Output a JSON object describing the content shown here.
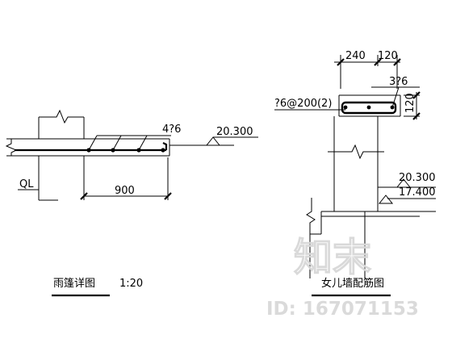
{
  "left_detail": {
    "rebar_label": "4?6",
    "level_label": "20.300",
    "beam_label": "QL",
    "span_dim": "900",
    "title": "雨篷详图",
    "scale": "1:20"
  },
  "right_detail": {
    "dim_top_a": "240",
    "dim_top_b": "120",
    "top_rebar": "3?6",
    "stirrup": "?6@200(2)",
    "height_dim": "120",
    "level_upper": "20.300",
    "level_lower": "17.400",
    "title": "女儿墙配筋图"
  },
  "watermark": {
    "logo_text": "知末",
    "id_text": "ID: 167071153"
  },
  "colors": {
    "line": "#000000",
    "watermark": "#d9d9d9"
  }
}
